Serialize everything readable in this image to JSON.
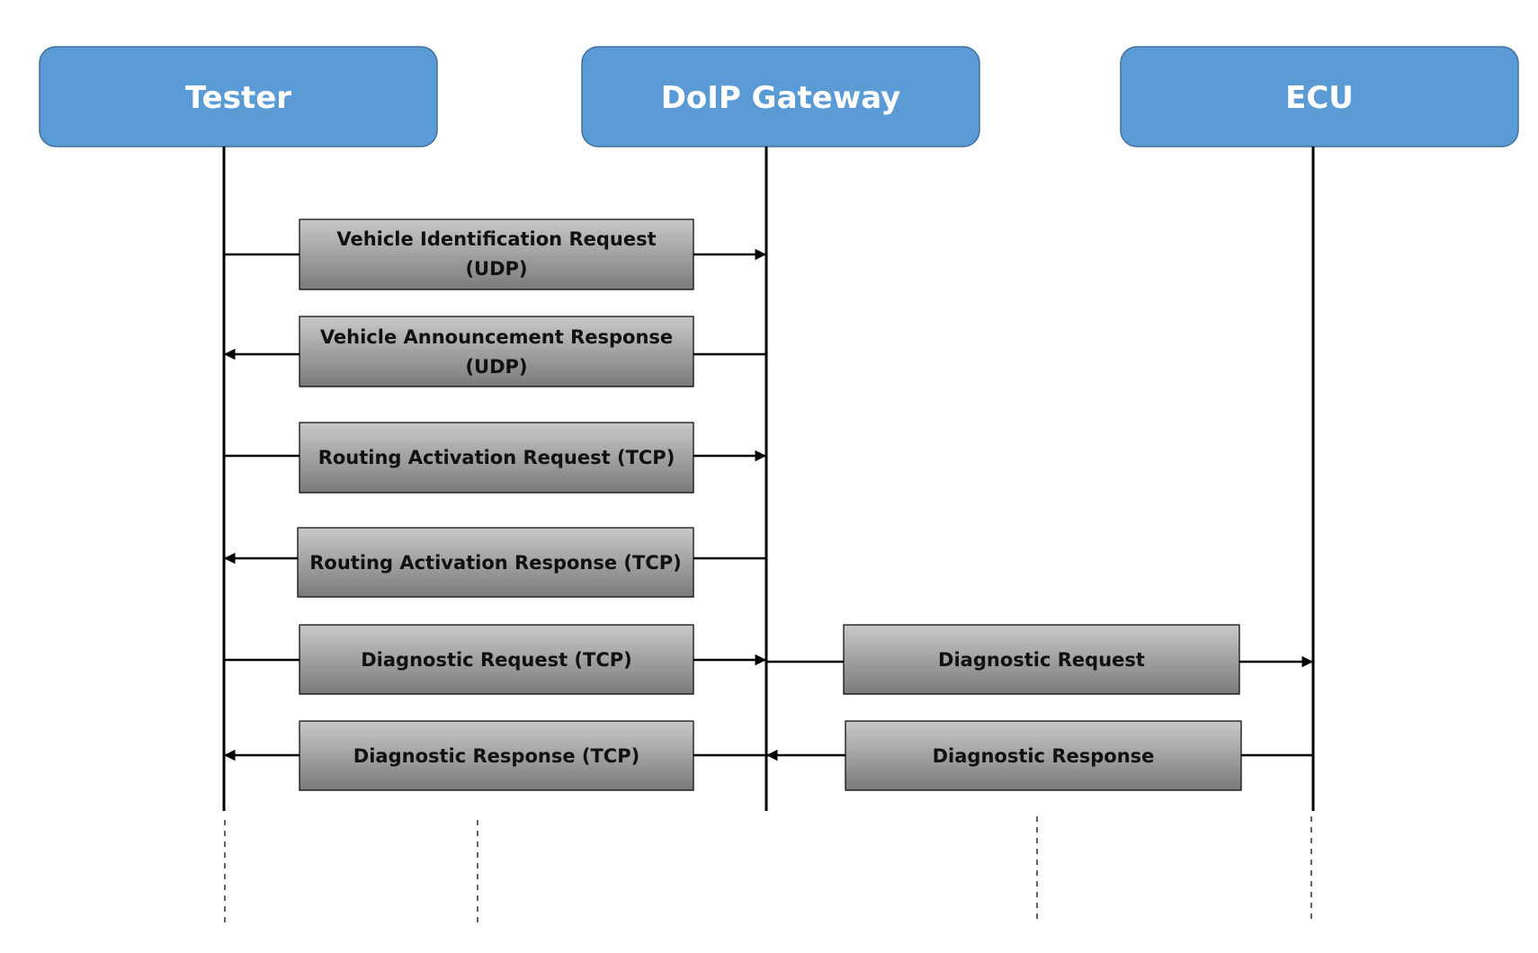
{
  "actors": [
    {
      "id": "tester",
      "label": "Tester"
    },
    {
      "id": "gateway",
      "label": "DoIP Gateway"
    },
    {
      "id": "ecu",
      "label": "ECU"
    }
  ],
  "messages": [
    {
      "id": "vehicle-identification-request",
      "line1": "Vehicle Identification Request",
      "line2": "(UDP)",
      "from": "tester",
      "to": "gateway"
    },
    {
      "id": "vehicle-announcement-response",
      "line1": "Vehicle Announcement Response",
      "line2": "(UDP)",
      "from": "gateway",
      "to": "tester"
    },
    {
      "id": "routing-activation-request",
      "line1": "Routing Activation Request (TCP)",
      "line2": "",
      "from": "tester",
      "to": "gateway"
    },
    {
      "id": "routing-activation-response",
      "line1": "Routing Activation Response (TCP)",
      "line2": "",
      "from": "gateway",
      "to": "tester"
    },
    {
      "id": "diagnostic-request-tcp",
      "line1": "Diagnostic Request (TCP)",
      "line2": "",
      "from": "tester",
      "to": "gateway"
    },
    {
      "id": "diagnostic-response-tcp",
      "line1": "Diagnostic Response (TCP)",
      "line2": "",
      "from": "gateway",
      "to": "tester"
    },
    {
      "id": "diagnostic-request",
      "line1": "Diagnostic Request",
      "line2": "",
      "from": "gateway",
      "to": "ecu"
    },
    {
      "id": "diagnostic-response",
      "line1": "Diagnostic Response",
      "line2": "",
      "from": "ecu",
      "to": "gateway"
    }
  ],
  "colors": {
    "actor_fill": "#5b9bd5",
    "actor_text": "#ffffff",
    "message_box_gradient": [
      "#c8c8c8",
      "#7f7f7f"
    ],
    "line": "#000000"
  }
}
